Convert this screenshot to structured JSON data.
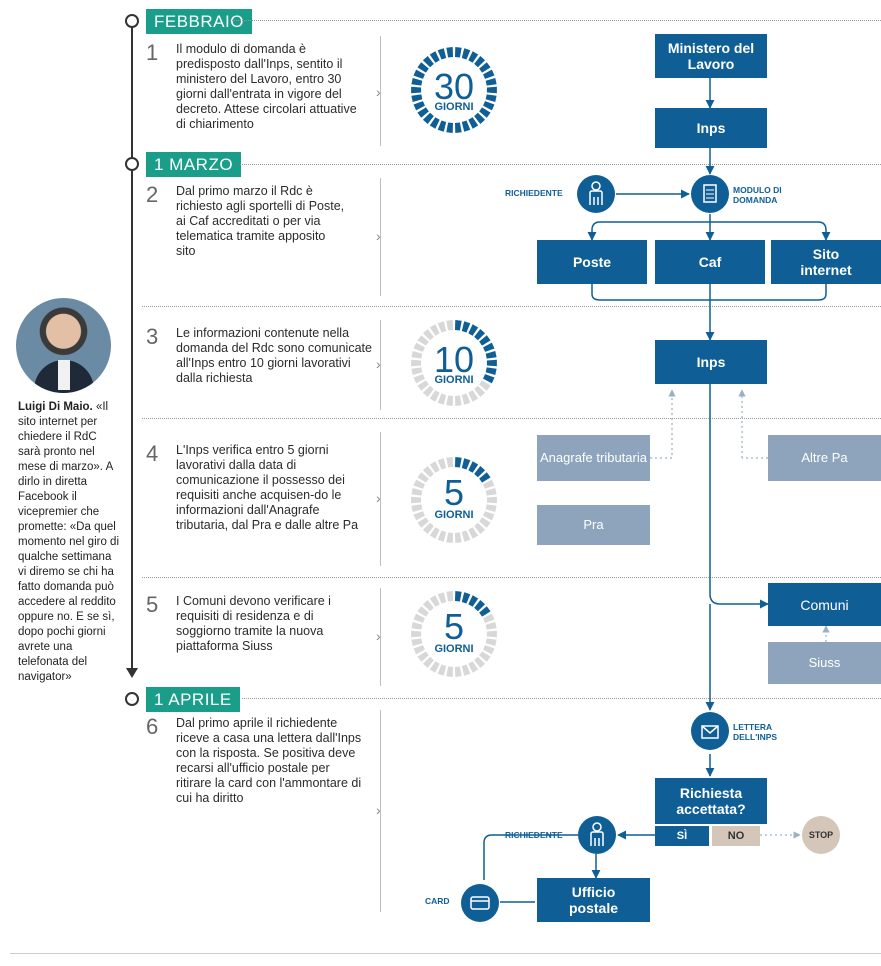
{
  "timeline": {
    "dates": [
      "FEBBRAIO",
      "1 MARZO",
      "1 APRILE"
    ]
  },
  "steps": [
    {
      "num": "1",
      "text": "Il modulo di domanda è predisposto dall'Inps, sentito il ministero del Lavoro, entro 30 giorni dall'entrata in vigore del decreto. Attese circolari attuative di chiarimento"
    },
    {
      "num": "2",
      "text": "Dal primo marzo il Rdc è richiesto agli sportelli di Poste, ai Caf accreditati o per via telematica tramite apposito sito"
    },
    {
      "num": "3",
      "text": "Le informazioni contenute nella domanda del Rdc sono comunicate all'Inps entro 10 giorni lavorativi dalla richiesta"
    },
    {
      "num": "4",
      "text": "L'Inps verifica entro 5 giorni lavorativi dalla data di comunicazione il possesso dei requisiti anche acquisen-do le informazioni dall'Anagrafe tributaria, dal Pra e dalle altre Pa"
    },
    {
      "num": "5",
      "text": "I Comuni devono verificare i requisiti di residenza e di soggiorno tramite la nuova piattaforma Siuss"
    },
    {
      "num": "6",
      "text": "Dal primo aprile il richiedente riceve a casa una lettera dall'Inps con la risposta. Se positiva deve recarsi all'ufficio postale per ritirare la card con l'ammontare di cui ha diritto"
    }
  ],
  "dials": [
    {
      "value": "30",
      "unit": "GIORNI",
      "fraction": 1.0
    },
    {
      "value": "10",
      "unit": "GIORNI",
      "fraction": 0.33
    },
    {
      "value": "5",
      "unit": "GIORNI",
      "fraction": 0.17
    },
    {
      "value": "5",
      "unit": "GIORNI",
      "fraction": 0.17
    }
  ],
  "sidebar": {
    "name": "Luigi Di Maio.",
    "quote": "«Il sito internet per chiedere il RdC sarà pronto nel mese di marzo». A dirlo in diretta Facebook il vicepremier che promette: «Da quel momento nel giro di qualche settimana vi diremo se chi ha fatto domanda può accedere al reddito oppure no. E se sì, dopo pochi giorni avrete una telefonata del navigator»"
  },
  "flow": {
    "ministero": "Ministero del Lavoro",
    "inps_top": "Inps",
    "richiedente": "RICHIEDENTE",
    "modulo": "MODULO DI DOMANDA",
    "poste": "Poste",
    "caf": "Caf",
    "sito": "Sito internet",
    "inps_mid": "Inps",
    "anagrafe": "Anagrafe tributaria",
    "pra": "Pra",
    "altre": "Altre Pa",
    "comuni": "Comuni",
    "siuss": "Siuss",
    "lettera": "LETTERA DELL'INPS",
    "richiesta": "Richiesta accettata?",
    "si": "SÌ",
    "no": "NO",
    "stop": "STOP",
    "richiedente2": "RICHIEDENTE",
    "ufficio": "Ufficio postale",
    "card": "CARD"
  },
  "colors": {
    "accent": "#1a9e8a",
    "primary": "#0f5f96",
    "muted": "#8ea4bd",
    "stop": "#d4c6b8"
  }
}
